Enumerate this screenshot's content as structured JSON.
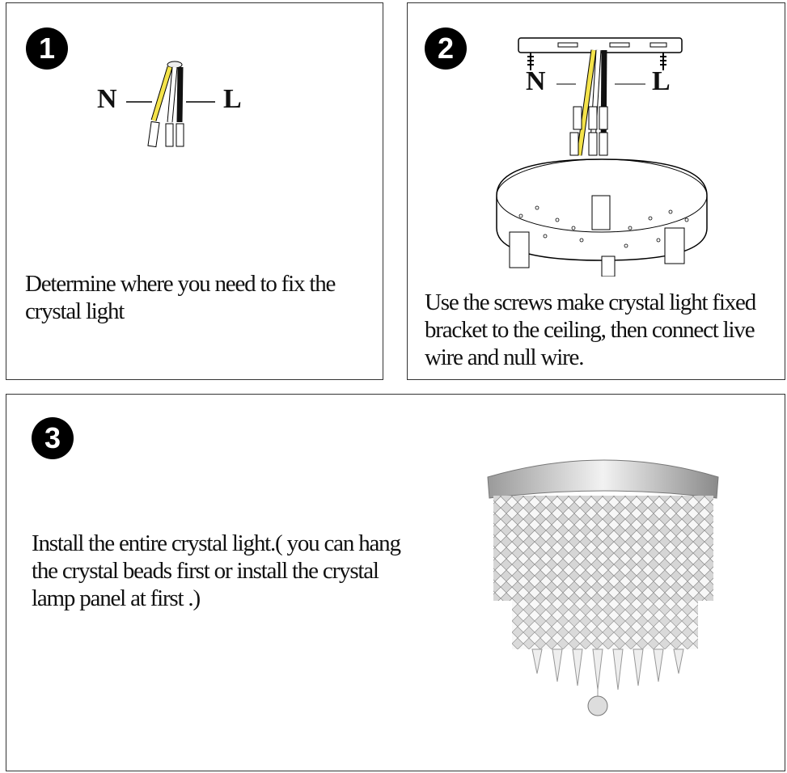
{
  "steps": [
    {
      "number": "1",
      "text_lines": [
        "Determine where you need to fix the",
        "crystal light"
      ],
      "neutral_label": "N",
      "live_label": "L"
    },
    {
      "number": "2",
      "text_lines": [
        "Use the screws make crystal light fixed",
        "bracket to the ceiling, then connect live",
        "wire and null wire."
      ],
      "neutral_label": "N",
      "live_label": "L"
    },
    {
      "number": "3",
      "text_lines": [
        "Install the entire crystal light.( you can hang",
        "the crystal beads first or install the  crystal",
        "lamp panel at first .)"
      ]
    }
  ]
}
